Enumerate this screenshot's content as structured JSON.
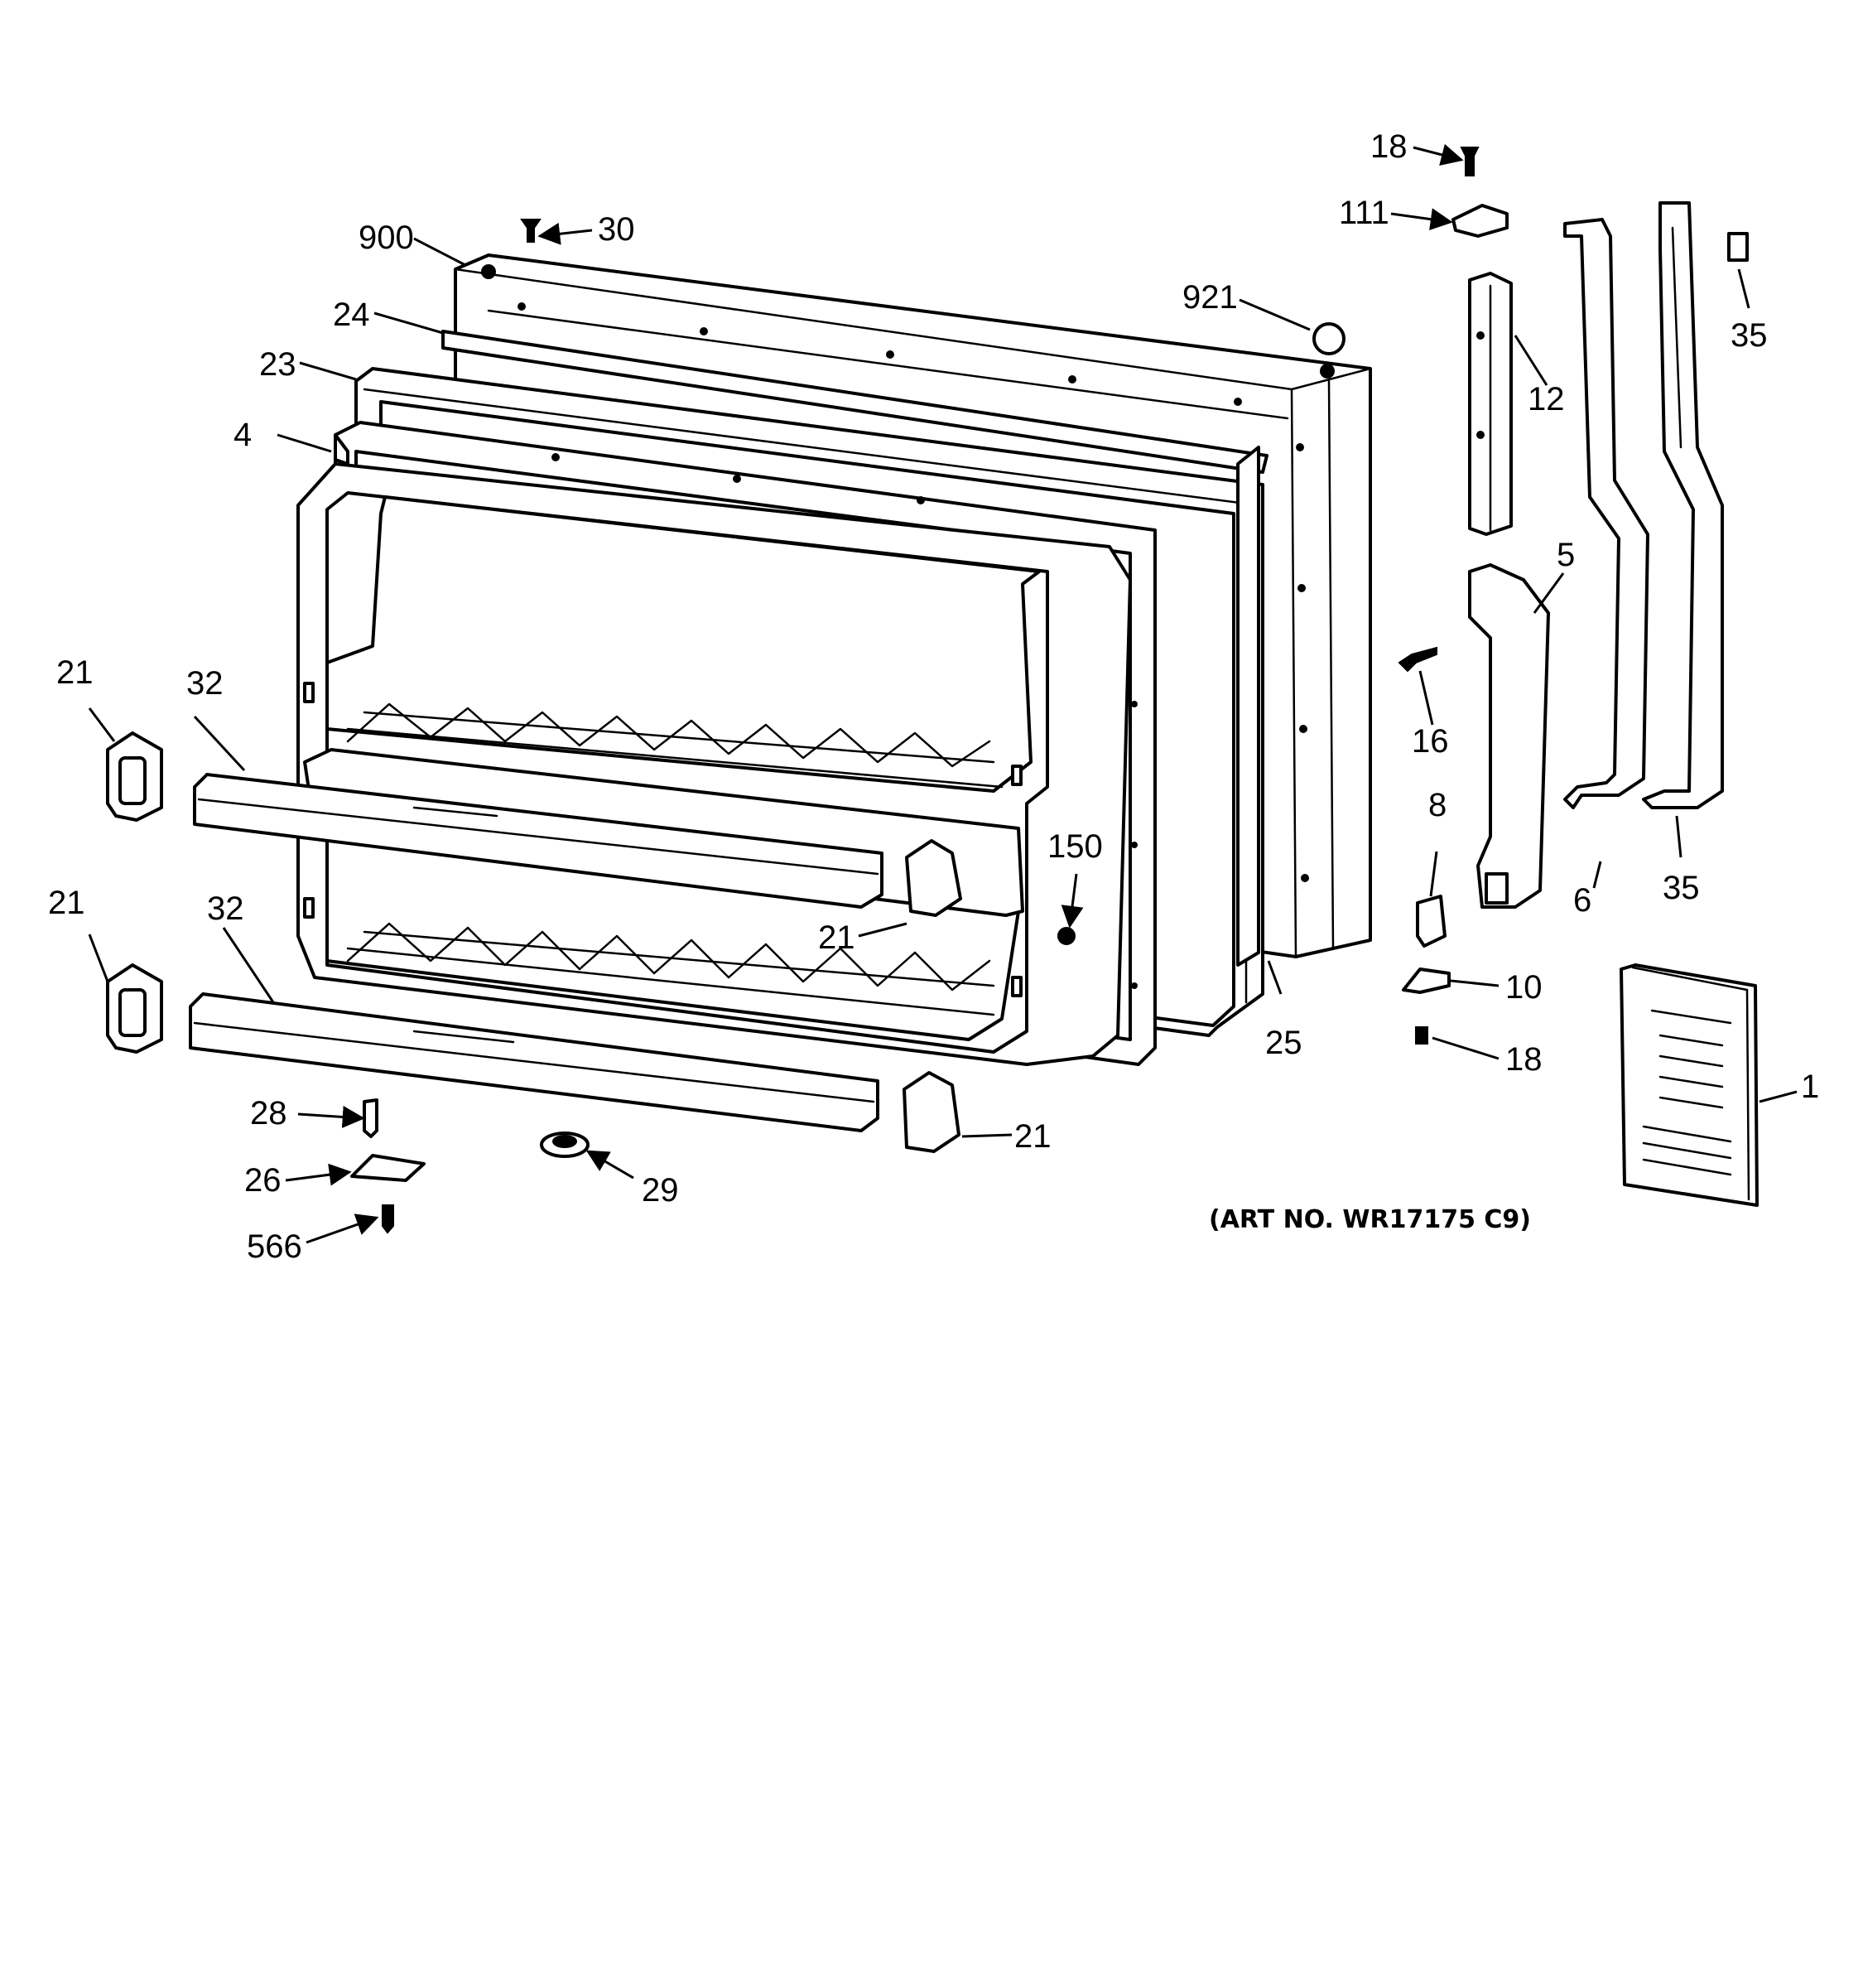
{
  "diagram": {
    "art_number": "(ART NO. WR17175 C9)",
    "callouts": [
      "18",
      "111",
      "30",
      "900",
      "921",
      "24",
      "23",
      "12",
      "35",
      "4",
      "5",
      "21",
      "32",
      "16",
      "8",
      "150",
      "6",
      "35",
      "21",
      "21",
      "32",
      "10",
      "18",
      "25",
      "1",
      "28",
      "21",
      "26",
      "29",
      "566"
    ]
  }
}
